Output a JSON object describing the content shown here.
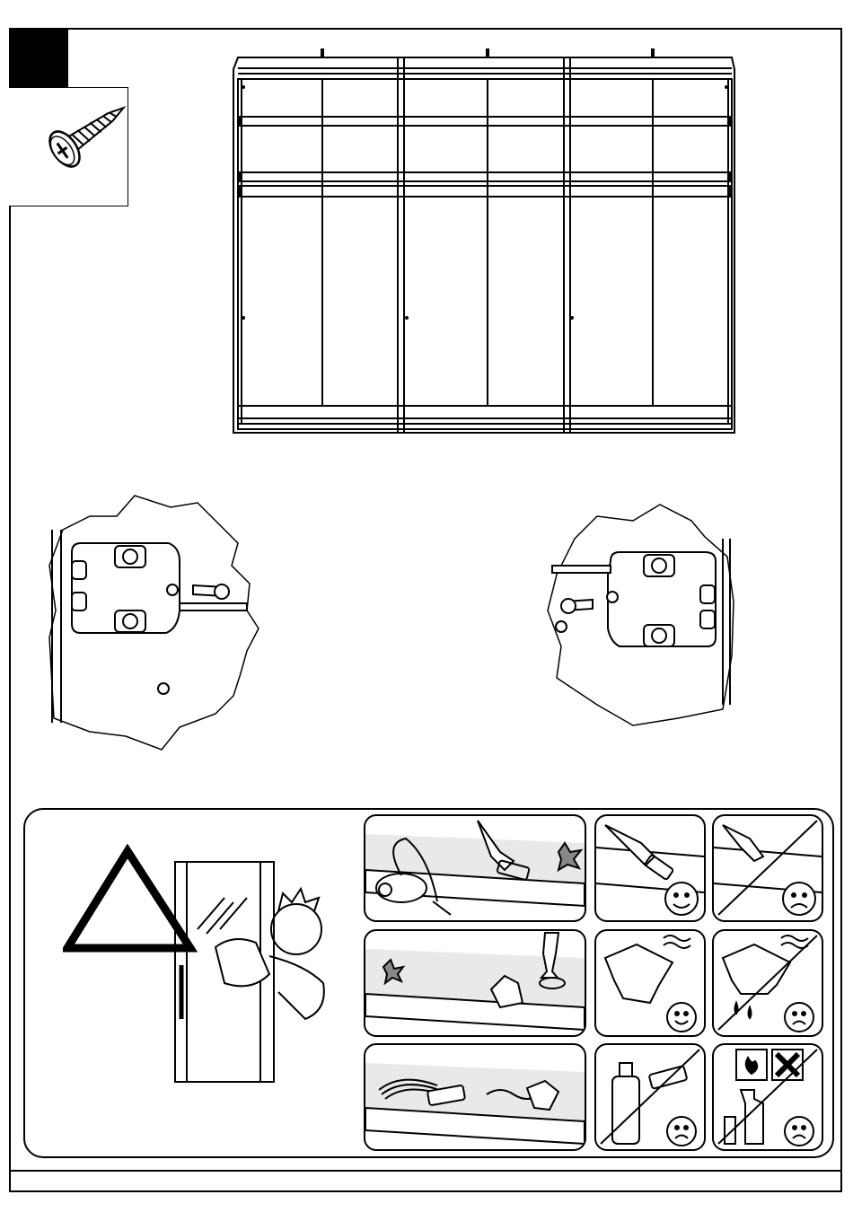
{
  "page": {
    "step_marker": "",
    "hardware": {
      "part": "screw-icon",
      "quantity": ""
    },
    "illustrations": [
      {
        "name": "wardrobe-front-view",
        "doors": 3
      },
      {
        "name": "left-anti-jump-stopper-detail"
      },
      {
        "name": "right-anti-jump-stopper-detail"
      }
    ],
    "care_instructions": {
      "warning": "warning-triangle-icon",
      "cells": [
        {
          "name": "vacuum-clean-track",
          "rating": "neutral"
        },
        {
          "name": "soft-brush-ok",
          "rating": "happy"
        },
        {
          "name": "hard-tool-forbidden",
          "rating": "sad"
        },
        {
          "name": "wipe-spill-under-glass",
          "rating": "neutral"
        },
        {
          "name": "damp-cloth-ok",
          "rating": "happy"
        },
        {
          "name": "wet-cloth-forbidden",
          "rating": "sad"
        },
        {
          "name": "wipe-with-squeegee",
          "rating": "neutral"
        },
        {
          "name": "abrasive-cleaner-forbidden",
          "rating": "sad"
        },
        {
          "name": "chemical-spray-forbidden",
          "rating": "sad"
        }
      ]
    }
  }
}
